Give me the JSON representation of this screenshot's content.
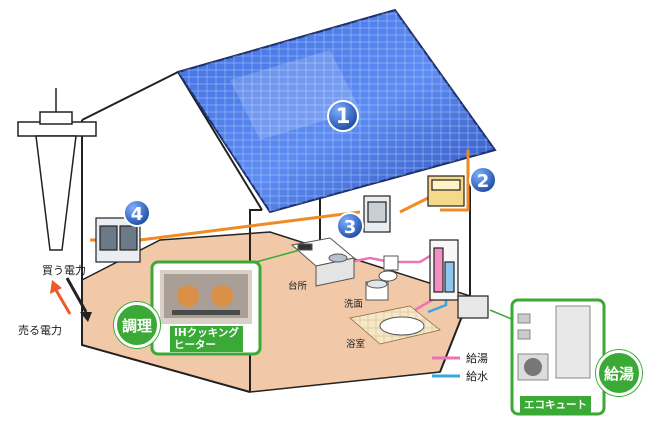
{
  "markers": [
    "1",
    "2",
    "3",
    "4"
  ],
  "labels": {
    "buy_power": "買う電力",
    "sell_power": "売る電力",
    "kitchen": "台所",
    "washroom": "洗面",
    "bathroom": "浴室",
    "hot_water": "給湯",
    "cold_water": "給水"
  },
  "callouts": {
    "cooking": {
      "tag": "調理",
      "caption": "IHクッキング\nヒーター"
    },
    "hot_water_supply": {
      "tag": "給湯",
      "caption": "エコキュート"
    }
  },
  "colors": {
    "power_line": "#f08a24",
    "hot_water_pipe": "#ec74b5",
    "cold_water_pipe": "#35a8e0",
    "marker_blue": "#2e6fbf",
    "callout_green": "#3aa935",
    "floor": "#f2c9a8"
  }
}
